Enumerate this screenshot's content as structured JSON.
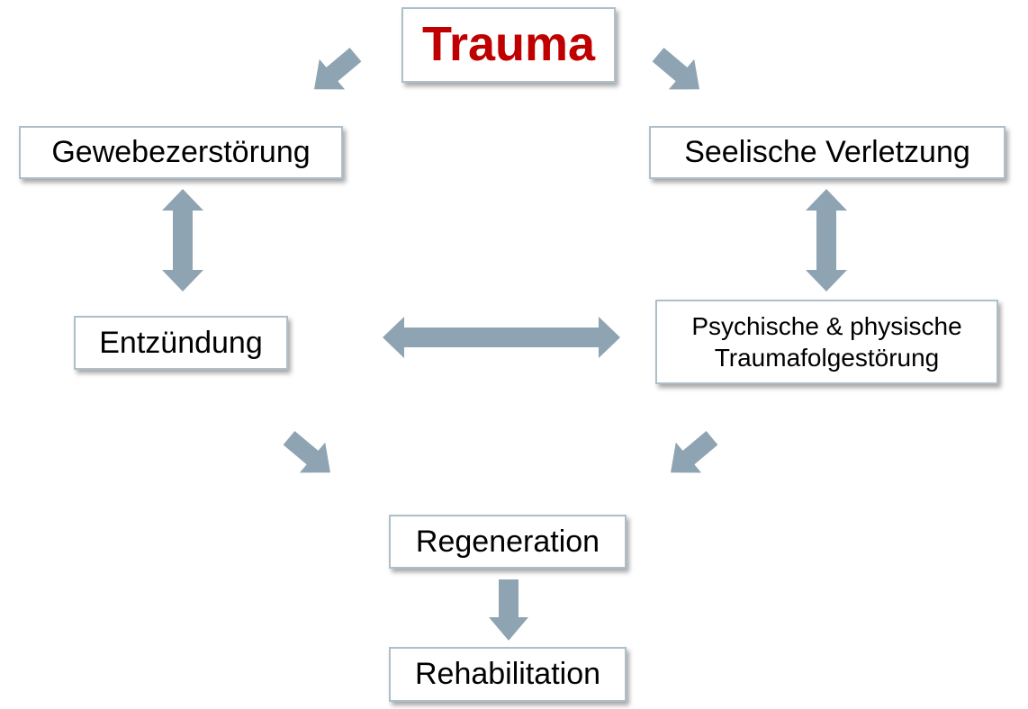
{
  "colors": {
    "arrow": "#8fa4b2",
    "box_border": "#aebfca",
    "title_text": "#c00000",
    "body_text": "#000000"
  },
  "nodes": {
    "trauma": "Trauma",
    "gewebezerstoerung": "Gewebezerstörung",
    "seelische_verletzung": "Seelische Verletzung",
    "entzuendung": "Entzündung",
    "traumafolgestoerung": "Psychische & physische\nTraumafolgestörung",
    "regeneration": "Regeneration",
    "rehabilitation": "Rehabilitation"
  },
  "edges": [
    {
      "from": "Trauma",
      "to": "Gewebezerstörung",
      "direction": "one-way"
    },
    {
      "from": "Trauma",
      "to": "Seelische Verletzung",
      "direction": "one-way"
    },
    {
      "from": "Gewebezerstörung",
      "to": "Entzündung",
      "direction": "both"
    },
    {
      "from": "Seelische Verletzung",
      "to": "Psychische & physische Traumafolgestörung",
      "direction": "both"
    },
    {
      "from": "Entzündung",
      "to": "Psychische & physische Traumafolgestörung",
      "direction": "both"
    },
    {
      "from": "Entzündung",
      "to": "Regeneration",
      "direction": "one-way"
    },
    {
      "from": "Psychische & physische Traumafolgestörung",
      "to": "Regeneration",
      "direction": "one-way"
    },
    {
      "from": "Regeneration",
      "to": "Rehabilitation",
      "direction": "one-way"
    }
  ]
}
